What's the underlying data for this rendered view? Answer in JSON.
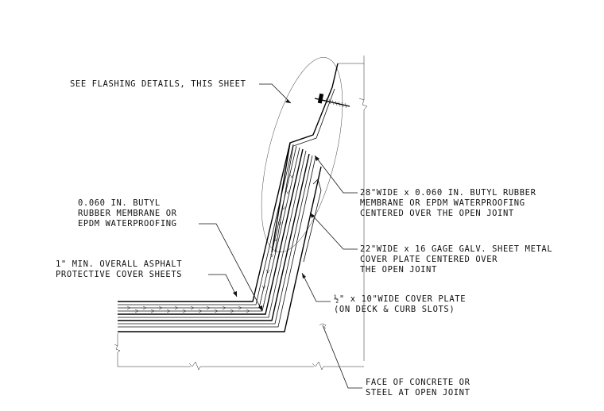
{
  "notes": {
    "flashing": "SEE FLASHING DETAILS, THIS SHEET",
    "butyl_1": "0.060 IN. BUTYL",
    "butyl_2": "RUBBER MEMBRANE OR",
    "butyl_3": "EPDM WATERPROOFING",
    "asphalt_1": "1\" MIN. OVERALL ASPHALT",
    "asphalt_2": "PROTECTIVE COVER SHEETS",
    "wide28_1": "28\"WIDE x 0.060 IN. BUTYL RUBBER",
    "wide28_2": "MEMBRANE OR EPDM WATERPROOFING",
    "wide28_3": "CENTERED OVER THE OPEN JOINT",
    "wide22_1": "22\"WIDE x 16 GAGE GALV. SHEET METAL",
    "wide22_2": "COVER PLATE CENTERED OVER",
    "wide22_3": "THE OPEN JOINT",
    "plate_1": "½\" x 10\"WIDE COVER PLATE",
    "plate_2": "(ON DECK & CURB SLOTS)",
    "face_1": "FACE OF CONCRETE OR",
    "face_2": "STEEL AT OPEN JOINT"
  }
}
